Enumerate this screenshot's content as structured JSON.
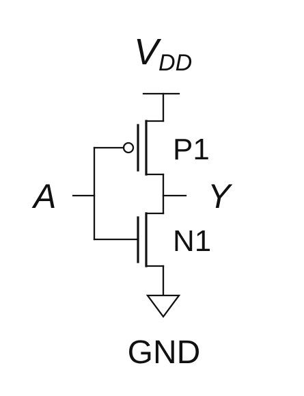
{
  "labels": {
    "supply_main": "V",
    "supply_subscript": "DD",
    "input": "A",
    "output": "Y",
    "pmos": "P1",
    "nmos": "N1",
    "ground": "GND"
  }
}
